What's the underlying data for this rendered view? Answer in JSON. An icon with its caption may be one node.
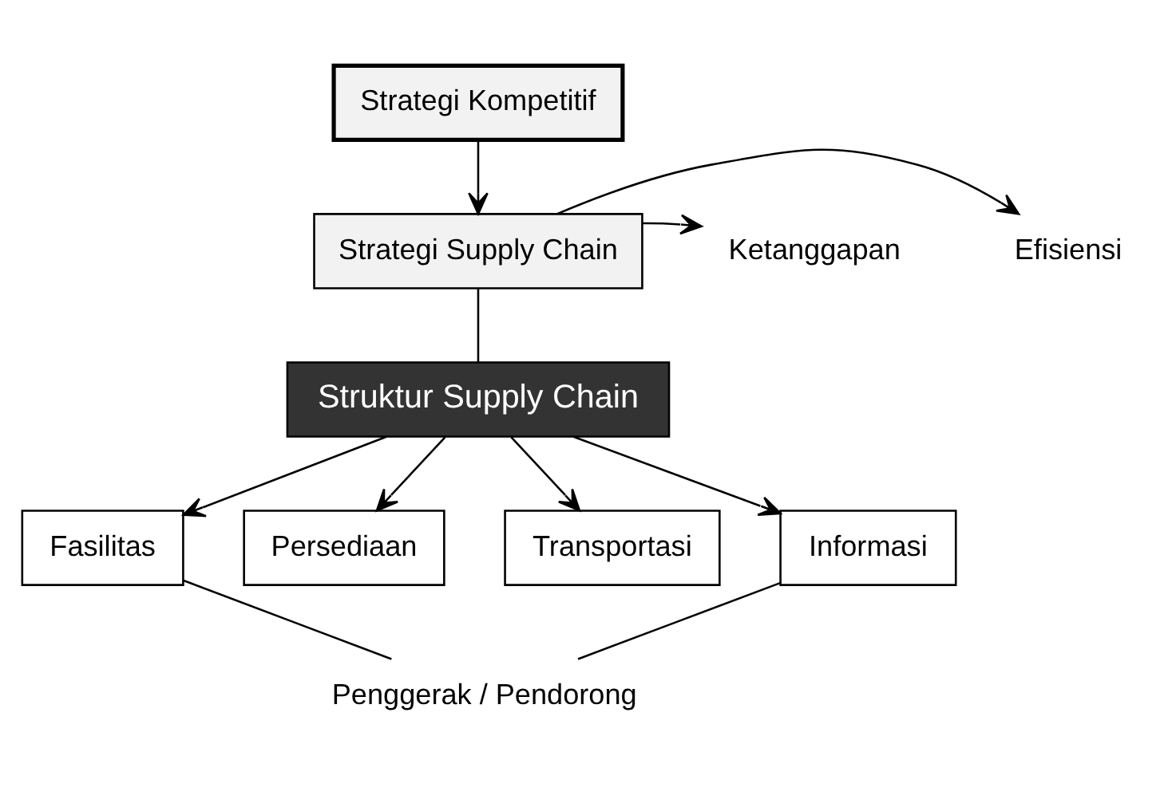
{
  "diagram": {
    "nodes": [
      {
        "text": [
          "Strategi Kompetitif"
        ]
      },
      {
        "text": [
          "Strategi Supply Chain"
        ]
      },
      {
        "text": [
          "Efisiensi"
        ]
      },
      {
        "text": [
          "Ketanggapan"
        ]
      },
      {
        "text": [
          "Struktur Supply Chain"
        ]
      },
      {
        "text": [
          "Fasilitas"
        ]
      },
      {
        "text": [
          "Persediaan"
        ]
      },
      {
        "text": [
          "Transportasi"
        ]
      },
      {
        "text": [
          "Informasi"
        ]
      },
      {
        "text": [
          "Penggerak / Pendorong"
        ]
      }
    ],
    "edges": [
      {
        "from": 0,
        "to": 1,
        "arrow": "to"
      },
      {
        "from": 1,
        "to": 2,
        "arrow": "to"
      },
      {
        "from": 1,
        "to": 3,
        "arrow": "to"
      },
      {
        "from": 1,
        "to": 4,
        "arrow": "none"
      },
      {
        "from": 4,
        "to": 5,
        "arrow": "to"
      },
      {
        "from": 4,
        "to": 6,
        "arrow": "to"
      },
      {
        "from": 4,
        "to": 7,
        "arrow": "to"
      },
      {
        "from": 4,
        "to": 8,
        "arrow": "to"
      },
      {
        "from": 5,
        "to": 9,
        "arrow": "none"
      },
      {
        "from": 8,
        "to": 9,
        "arrow": "none"
      }
    ]
  }
}
